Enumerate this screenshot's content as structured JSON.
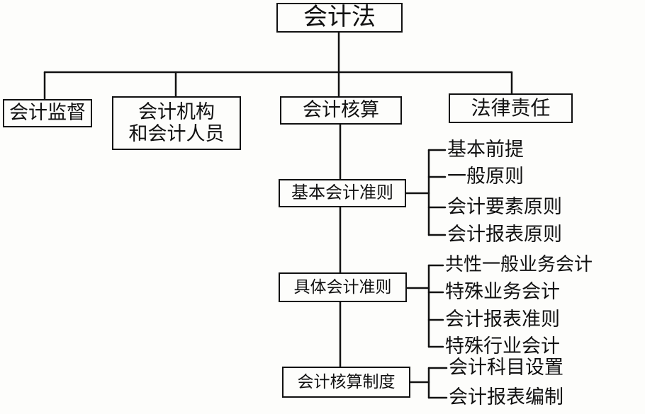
{
  "root": "会计法",
  "branches": {
    "supervision": "会计监督",
    "institutions_line1": "会计机构",
    "institutions_line2": "和会计人员",
    "accounting": "会计核算",
    "liability": "法律责任"
  },
  "accounting_children": {
    "basic_standards": "基本会计准则",
    "specific_standards": "具体会计准则",
    "accounting_system": "会计核算制度"
  },
  "basic_standards_items": [
    "基本前提",
    "一般原则",
    "会计要素原则",
    "会计报表原则"
  ],
  "specific_standards_items": [
    "共性一般业务会计",
    "特殊业务会计",
    "会计报表准则",
    "特殊行业会计"
  ],
  "accounting_system_items": [
    "会计科目设置",
    "会计报表编制"
  ]
}
